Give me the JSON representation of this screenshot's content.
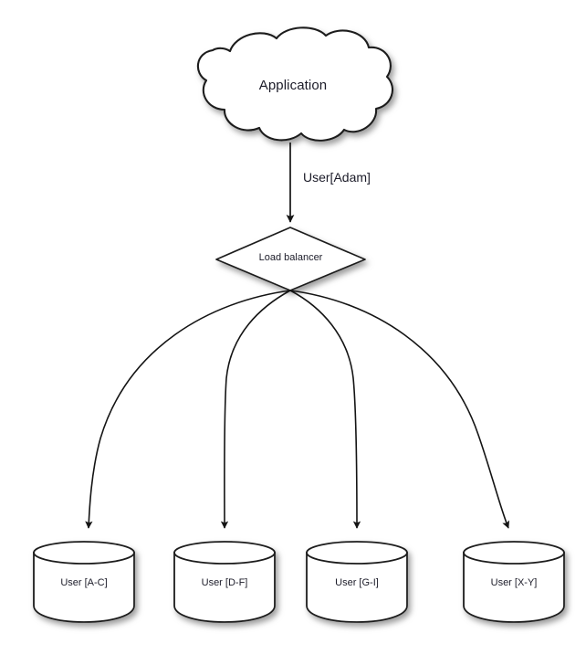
{
  "diagram": {
    "title_node": {
      "id": "application-cloud",
      "shape": "cloud",
      "label": "Application"
    },
    "edge_cloud_to_balancer": {
      "label": "User[Adam]",
      "arrow": "filled-triangle"
    },
    "balancer": {
      "id": "load-balancer",
      "shape": "diamond",
      "label": "Load balancer"
    },
    "databases": [
      {
        "id": "db-a-c",
        "shape": "cylinder",
        "label": "User [A-C]"
      },
      {
        "id": "db-d-f",
        "shape": "cylinder",
        "label": "User [D-F]"
      },
      {
        "id": "db-g-i",
        "shape": "cylinder",
        "label": "User [G-I]"
      },
      {
        "id": "db-x-y",
        "shape": "cylinder",
        "label": "User [X-Y]"
      }
    ],
    "colors": {
      "background": "#ffffff",
      "stroke": "#1a1a1a",
      "fill": "#ffffff",
      "text": "#1b1b28",
      "shadow": "#9a9a9a"
    }
  }
}
